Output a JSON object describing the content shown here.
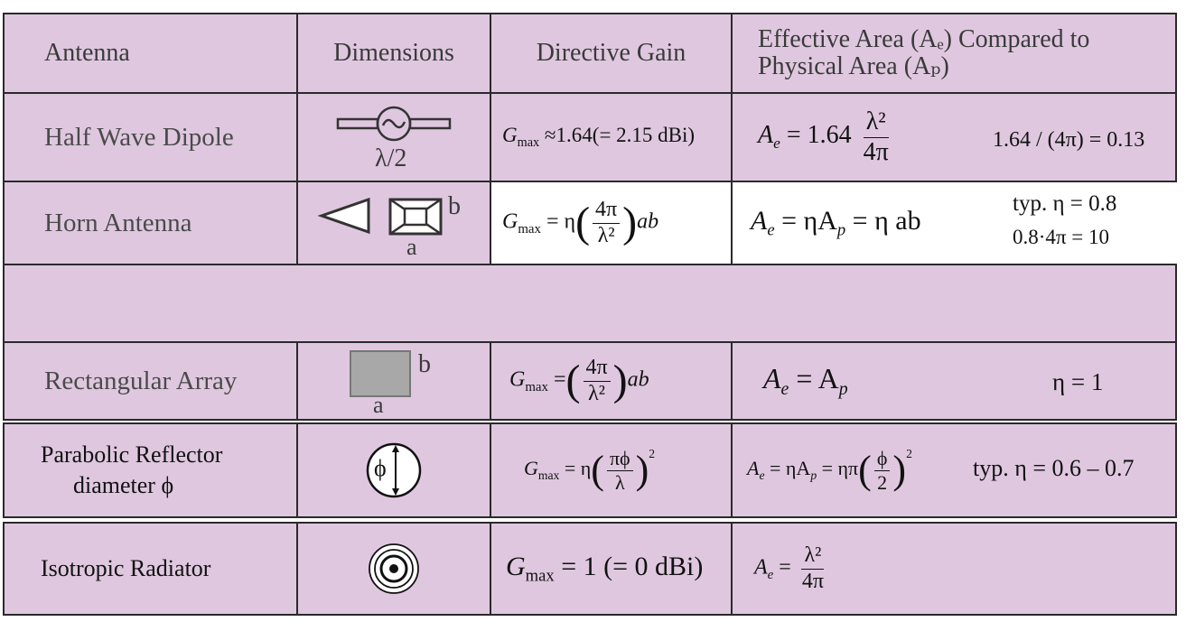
{
  "header": {
    "col_antenna": "Antenna",
    "col_dimensions": "Dimensions",
    "col_gain": "Directive Gain",
    "col_area_line1": "Effective Area (Aₑ) Compared to",
    "col_area_line2": "Physical Area (Aₚ)"
  },
  "rows": {
    "dipole": {
      "name": "Half Wave Dipole",
      "dim_label": "λ/2",
      "gain_lhs": "G",
      "gain_sub": "max",
      "gain_rhs": "≈1.64(= 2.15 dBi)",
      "area_lhs": "A",
      "area_sub": "e",
      "area_eq": "= 1.64",
      "area_num": "λ²",
      "area_den": "4π",
      "ratio": "1.64 / (4π) = 0.13"
    },
    "horn": {
      "name": "Horn Antenna",
      "dim_a": "a",
      "dim_b": "b",
      "gain_lhs": "G",
      "gain_sub": "max",
      "gain_eq": "= η",
      "gain_num": "4π",
      "gain_den": "λ²",
      "gain_tail": "ab",
      "area_text": "= ηA",
      "area_tail": "= η ab",
      "note1": "typ. η = 0.8",
      "note2": "0.8·4π = 10"
    },
    "rect": {
      "name": "Rectangular Array",
      "dim_a": "a",
      "dim_b": "b",
      "gain_lhs": "G",
      "gain_sub": "max",
      "gain_eq": "=",
      "gain_num": "4π",
      "gain_den": "λ²",
      "gain_tail": "ab",
      "area_eq": "= A",
      "note": "η = 1"
    },
    "parabolic": {
      "name_line1": "Parabolic Reflector",
      "name_line2": "diameter  ϕ",
      "dim_symbol": "ϕ",
      "gain_lhs": "G",
      "gain_sub": "max",
      "gain_eq": "= η",
      "gain_num": "πϕ",
      "gain_den": "λ",
      "gain_pow": "2",
      "area_eq": "= ηA",
      "area_eq2": "= ηπ",
      "area_num": "ϕ",
      "area_den": "2",
      "area_pow": "2",
      "note": "typ. η = 0.6 – 0.7"
    },
    "isotropic": {
      "name": "Isotropic Radiator",
      "gain_lhs": "G",
      "gain_sub": "max",
      "gain_rhs": "= 1  (= 0 dBi)",
      "area_lhs": "A",
      "area_sub": "e",
      "area_eq": "=",
      "area_num": "λ²",
      "area_den": "4π"
    }
  },
  "colors": {
    "background": "#dfc8df",
    "border": "#2a2a2a",
    "fill_gray": "#a8a8a8"
  }
}
